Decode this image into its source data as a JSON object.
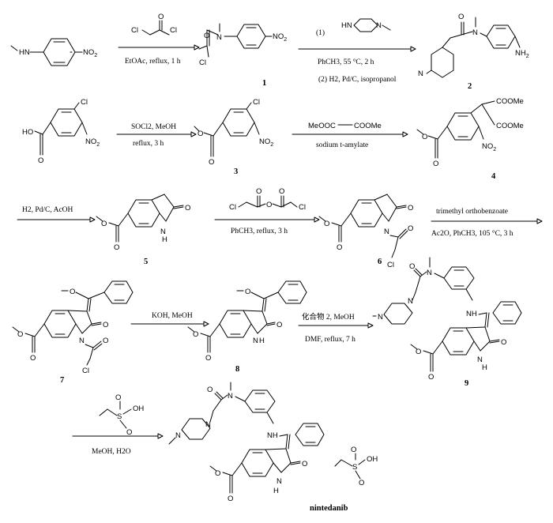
{
  "atoms": {
    "hn": "HN",
    "no2": "NO2",
    "no2_sub": "2",
    "no_prefix": "NO",
    "cl": "Cl",
    "o": "O",
    "n": "N",
    "nh": "NH",
    "hn_ring": "HN",
    "nh2_prefix": "NH",
    "nh2_sub": "2",
    "ho": "HO",
    "oh": "OH",
    "s": "S",
    "h": "H",
    "cooMe": "COOMe",
    "meooc": "MeOOC",
    "o_minus": "O"
  },
  "compound_numbers": {
    "c1": "1",
    "c2": "2",
    "c3": "3",
    "c4": "4",
    "c5": "5",
    "c6": "6",
    "c7": "7",
    "c8": "8",
    "c9": "9",
    "final": "nintedanib"
  },
  "conditions": {
    "step1_below": "EtOAc, reflux, 1 h",
    "step2_above": "(1)",
    "step2_mid": "PhCH3, 55  °C, 2 h",
    "step2_below": "(2) H2, Pd/C, isopropanol",
    "step3_above": "SOCl2, MeOH",
    "step3_below": "reflux, 3 h",
    "step4_below": "sodium t-amylate",
    "step5_above": "H2, Pd/C, AcOH",
    "step6_below": "PhCH3, reflux, 3 h",
    "step7_above": "trimethyl orthobenzoate",
    "step7_below": "Ac2O, PhCH3, 105  °C, 3 h",
    "step8_above": "KOH, MeOH",
    "step9_above": "化合物 2, MeOH",
    "step9_below": "DMF, reflux, 7 h",
    "step10_below": "MeOH, H2O"
  }
}
